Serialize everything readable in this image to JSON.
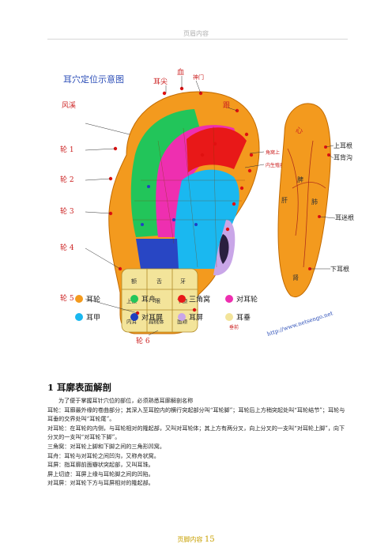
{
  "header": {
    "text": "页眉内容"
  },
  "figure": {
    "title": "耳穴定位示意图",
    "callouts": {
      "fengxi": "风溪",
      "ershuan": "耳尖",
      "xue": "血",
      "shenmen": "神门",
      "gen": "跟",
      "jiaowoshang": "角窝上",
      "neishengzhiqi": "内生殖器",
      "lun1": "轮 1",
      "lun2": "轮 2",
      "lun3": "轮 3",
      "lun4": "轮 4",
      "lun5": "轮 5",
      "lun6": "轮 6",
      "shangergen": "上耳根",
      "erbeigou": "耳背沟",
      "ermigen": "耳迷根",
      "xiaergen": "下耳根",
      "xin": "心",
      "gan": "肝",
      "fei": "肺",
      "pi": "脾",
      "shen": "肾",
      "yan": "眼",
      "she": "舌",
      "ya": "牙",
      "e": "额",
      "shanghe": "上颌",
      "xiahe": "下颌",
      "neier": "内耳",
      "biantaoti": "扁桃体",
      "mianjia": "面颊",
      "chui": "垂前"
    },
    "legend": [
      {
        "label": "耳轮",
        "color": "#f39a1e"
      },
      {
        "label": "耳舟",
        "color": "#22c55a"
      },
      {
        "label": "三角窝",
        "color": "#e81818"
      },
      {
        "label": "对耳轮",
        "color": "#ee2fb0"
      },
      {
        "label": "耳甲",
        "color": "#1ab8f0"
      },
      {
        "label": "对耳屏",
        "color": "#1f3fbf"
      },
      {
        "label": "耳屏",
        "color": "#c9a6e8"
      },
      {
        "label": "耳垂",
        "color": "#f3e49a"
      }
    ],
    "watermark": "http://www.netsengo.net"
  },
  "section": {
    "title": "1  耳廓表面解剖",
    "paragraphs": [
      "为了便于掌握耳针穴位的部位，必须熟悉耳廓解剖名称",
      "耳轮：耳廓最外缘的卷曲部分；其深入至耳腔内的横行突起部分叫“耳轮脚”；耳轮后上方稍突起处叫“耳轮结节”；耳轮与耳垂的交界处叫“耳轮尾”。",
      "对耳轮：在耳轮的内侧，与耳轮相对的隆起部，又叫对耳轮体；其上方有两分叉，向上分叉的一支叫“对耳轮上脚”，向下分叉的一支叫“对耳轮下脚”。",
      "三角窝：对耳轮上脚和下脚之间的三角形凹窝。",
      "耳舟：耳轮与对耳轮之间凹沟，又称舟状窝。",
      "耳屏：指耳廓前面瓣状突起部，又叫耳珠。",
      "屏上切迹：耳屏上缘与耳轮脚之间的凹陷。",
      "对耳屏：对耳轮下方与耳屏相对的隆起部。"
    ]
  },
  "footer": {
    "text": "页脚内容",
    "page": "15"
  }
}
